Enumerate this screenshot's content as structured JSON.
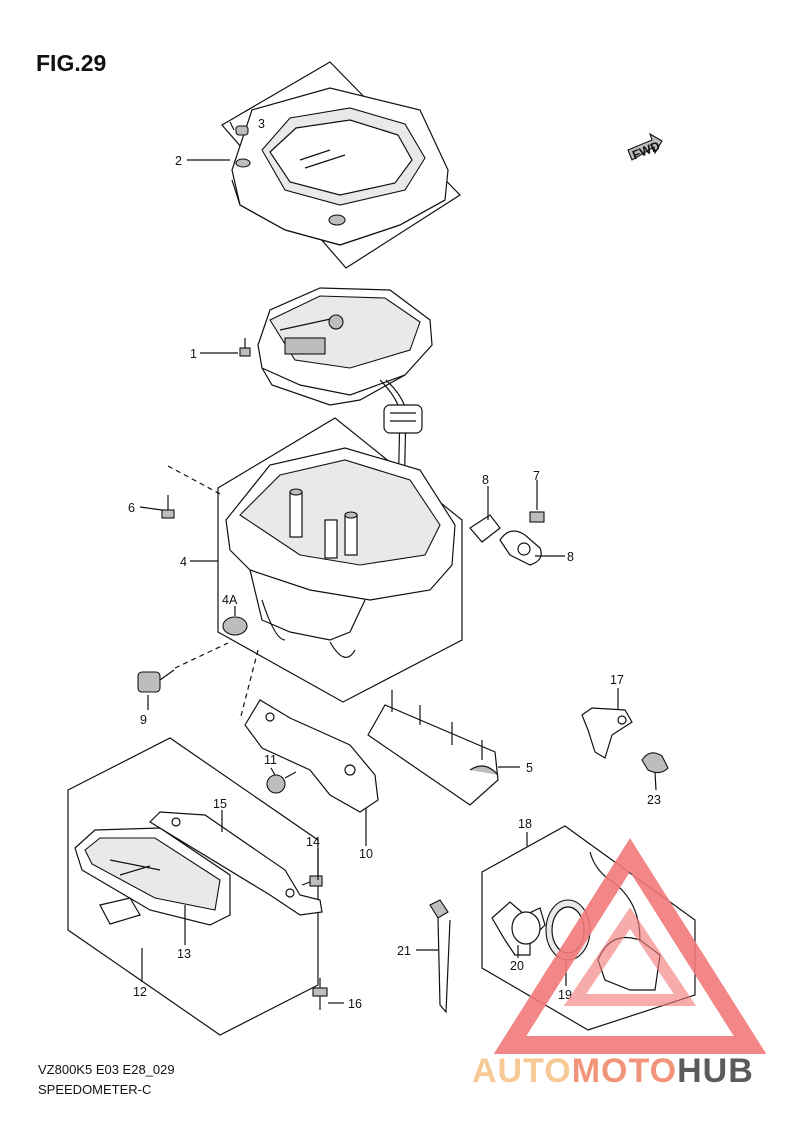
{
  "figure": {
    "title": "FIG.29",
    "model_code": "VZ800K5 E03 E28_029",
    "subtitle": "SPEEDOMETER-C",
    "direction_badge": "FWD"
  },
  "callouts": [
    {
      "id": "c1",
      "label": "1"
    },
    {
      "id": "c2",
      "label": "2"
    },
    {
      "id": "c3",
      "label": "3"
    },
    {
      "id": "c4",
      "label": "4"
    },
    {
      "id": "c4a",
      "label": "4A"
    },
    {
      "id": "c5",
      "label": "5"
    },
    {
      "id": "c6",
      "label": "6"
    },
    {
      "id": "c7",
      "label": "7"
    },
    {
      "id": "c8",
      "label": "8"
    },
    {
      "id": "c9",
      "label": "9"
    },
    {
      "id": "c10",
      "label": "10"
    },
    {
      "id": "c11",
      "label": "11"
    },
    {
      "id": "c12",
      "label": "12"
    },
    {
      "id": "c13",
      "label": "13"
    },
    {
      "id": "c14",
      "label": "14"
    },
    {
      "id": "c15",
      "label": "15"
    },
    {
      "id": "c16",
      "label": "16"
    },
    {
      "id": "c17",
      "label": "17"
    },
    {
      "id": "c18",
      "label": "18"
    },
    {
      "id": "c19",
      "label": "19"
    },
    {
      "id": "c20",
      "label": "20"
    },
    {
      "id": "c21",
      "label": "21"
    },
    {
      "id": "c22",
      "label": "22"
    },
    {
      "id": "c23",
      "label": "23"
    }
  ],
  "watermark": {
    "part1": "AUTO",
    "part2": "MOTO",
    "part3": "HUB",
    "color_light": "#f7c48a",
    "color_mid": "#f08a6c",
    "color_dark": "#4a4a4a",
    "triangle_color": "#f27a7a"
  }
}
